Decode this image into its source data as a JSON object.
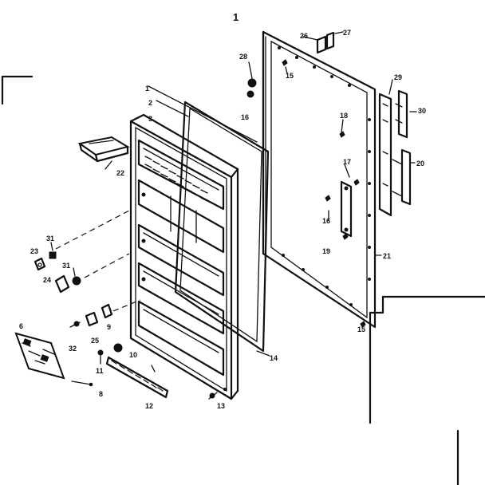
{
  "diagram": {
    "figure_number": "1",
    "callouts": [
      "1",
      "2",
      "3",
      "6",
      "8",
      "9",
      "10",
      "11",
      "12",
      "13",
      "14",
      "15",
      "16",
      "17",
      "18",
      "19",
      "20",
      "21",
      "22",
      "23",
      "24",
      "25",
      "26",
      "27",
      "28",
      "29",
      "30",
      "31",
      "32"
    ]
  }
}
